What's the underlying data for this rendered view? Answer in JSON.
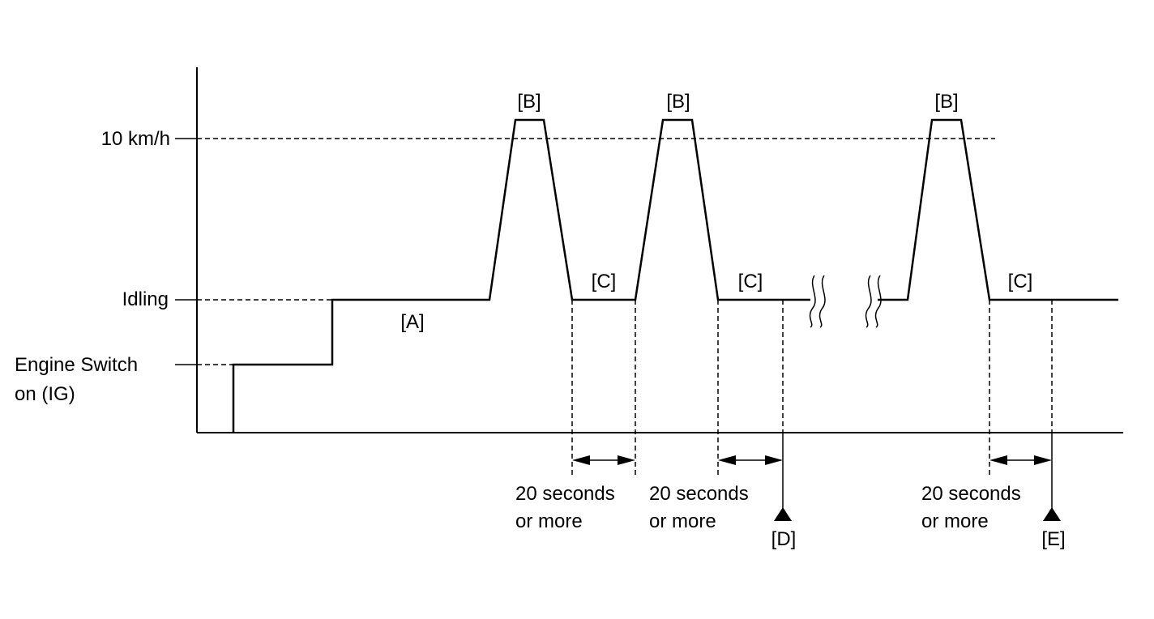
{
  "y_levels": {
    "speed": "10 km/h",
    "idling": "Idling",
    "engine_switch_line1": "Engine Switch",
    "engine_switch_line2": "on (IG)"
  },
  "phases": {
    "a": "[A]",
    "b": "[B]",
    "c": "[C]",
    "d": "[D]",
    "e": "[E]"
  },
  "duration": {
    "line1": "20 seconds",
    "line2": "or more"
  }
}
